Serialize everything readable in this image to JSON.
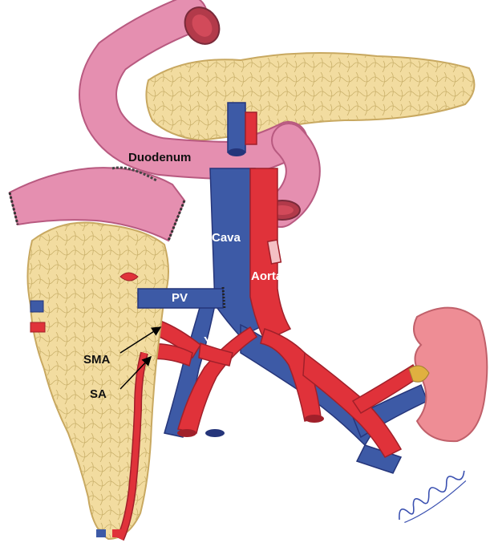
{
  "labels": {
    "duodenum": "Duodenum",
    "cava": "Cava",
    "aorta": "Aorta",
    "pv": "PV",
    "y": "Y",
    "sma": "SMA",
    "sa": "SA"
  },
  "signature": "R.Hernandez",
  "colors": {
    "artery": "#e0323a",
    "vein": "#3d5aa6",
    "duodenum": "#e58fb0",
    "pancreas": "#f2dca0",
    "kidney": "#ee8d95",
    "suture": "#2a2a4a"
  }
}
